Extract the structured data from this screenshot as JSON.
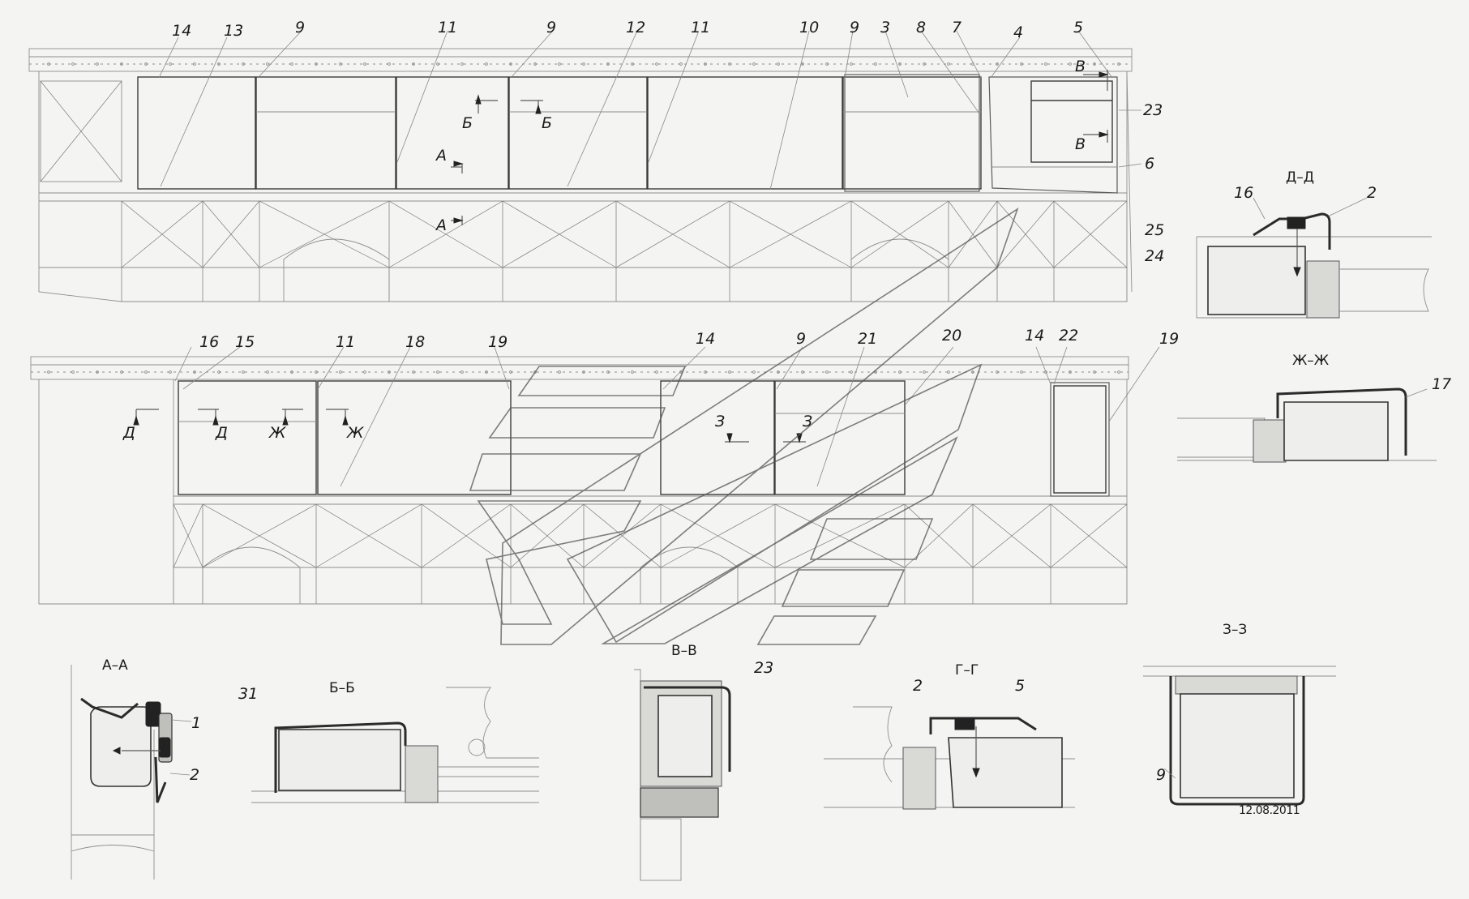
{
  "callouts_top": [
    "14",
    "13",
    "9",
    "11",
    "9",
    "12",
    "11",
    "10",
    "9",
    "3",
    "8",
    "7",
    "4",
    "5",
    "23",
    "6",
    "25",
    "24"
  ],
  "callouts_bottom": [
    "16",
    "15",
    "11",
    "18",
    "19",
    "14",
    "9",
    "21",
    "20",
    "14",
    "22",
    "19"
  ],
  "cut_marks": {
    "a": "А",
    "b": "Б",
    "v": "В",
    "d": "Д",
    "zh": "Ж",
    "z": "З"
  },
  "sections": {
    "aa": {
      "title": "А–А",
      "labels": [
        "1",
        "2"
      ]
    },
    "bb": {
      "title": "Б–Б",
      "labels": [
        "31"
      ]
    },
    "vv": {
      "title": "В–В",
      "labels": [
        "23"
      ]
    },
    "gg": {
      "title": "Г–Г",
      "labels": [
        "2",
        "5"
      ]
    },
    "zz": {
      "title": "З–З",
      "labels": [
        "9"
      ]
    },
    "dd": {
      "title": "Д–Д",
      "labels": [
        "16",
        "2"
      ]
    },
    "zhzh": {
      "title": "Ж–Ж",
      "labels": [
        "17"
      ]
    }
  },
  "date": "12.08.2011",
  "colors": {
    "ink": "#1a1a1a",
    "paper": "#f4f5f3",
    "line": "#8e8e8e"
  }
}
